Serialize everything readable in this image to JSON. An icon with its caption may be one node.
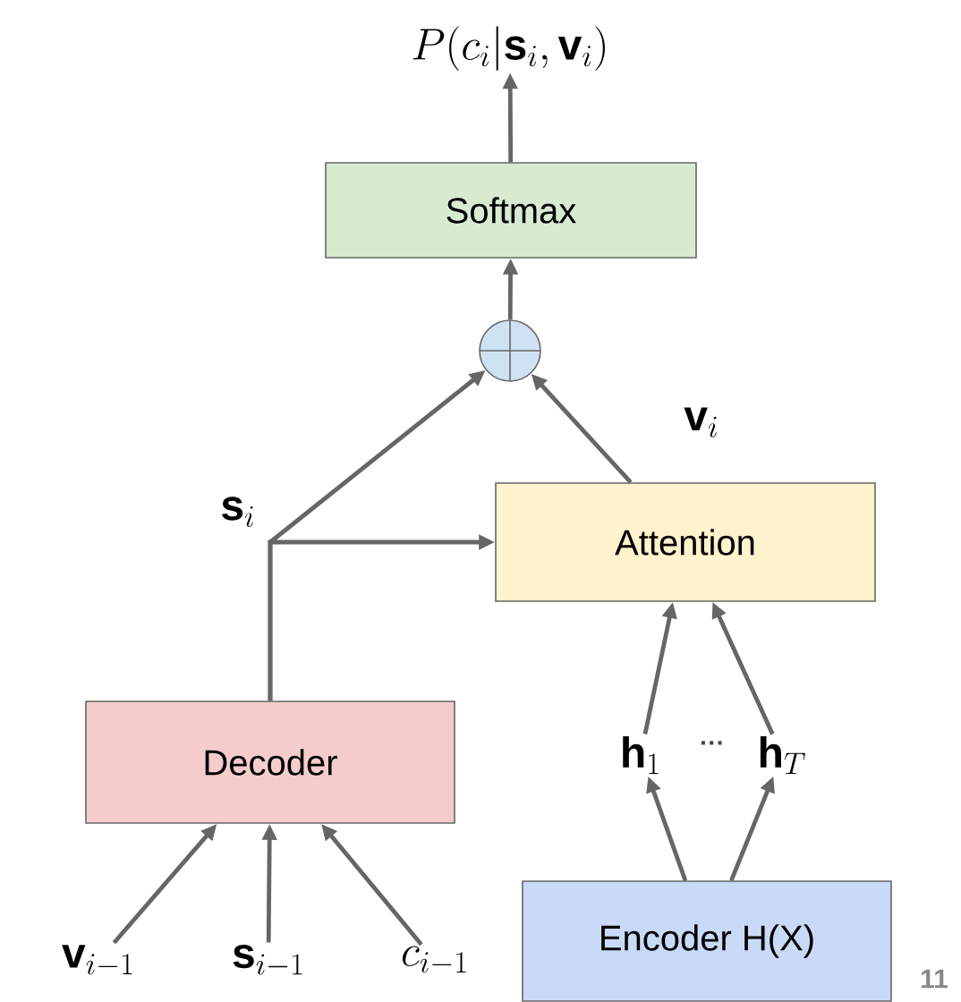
{
  "diagram": {
    "nodes": [
      {
        "text": [
          "P(c_i|\\mathbf{s}_i, \\mathbf{v}_i)"
        ]
      },
      {
        "text": [
          "Softmax"
        ]
      },
      {
        "text": [],
        "shape": "circle"
      },
      {
        "text": [
          "Attention"
        ]
      },
      {
        "text": [
          "Decoder"
        ]
      },
      {
        "text": [
          "Encoder H(X)"
        ]
      },
      {
        "text": [
          "\\mathbf{h}_1"
        ]
      },
      {
        "text": [
          "\\mathbf{h}_T"
        ]
      },
      {
        "text": [
          "\\mathbf{v}_{i-1}"
        ]
      },
      {
        "text": [
          "\\mathbf{s}_{i-1}"
        ]
      },
      {
        "text": [
          "c_{i-1}"
        ]
      }
    ],
    "edges": [
      {
        "from": 1,
        "to": 0,
        "arrow": "to"
      },
      {
        "from": 2,
        "to": 1,
        "arrow": "to"
      },
      {
        "from": 4,
        "to": 2,
        "arrow": "to",
        "label": "\\mathbf{s}_i"
      },
      {
        "from": 4,
        "to": 3,
        "arrow": "to"
      },
      {
        "from": 3,
        "to": 2,
        "arrow": "to",
        "label": "\\mathbf{v}_i"
      },
      {
        "from": 5,
        "to": 6,
        "arrow": "to"
      },
      {
        "from": 6,
        "to": 3,
        "arrow": "to"
      },
      {
        "from": 5,
        "to": 7,
        "arrow": "to"
      },
      {
        "from": 7,
        "to": 3,
        "arrow": "to"
      },
      {
        "from": 8,
        "to": 4,
        "arrow": "to"
      },
      {
        "from": 9,
        "to": 4,
        "arrow": "to"
      },
      {
        "from": 10,
        "to": 4,
        "arrow": "to"
      }
    ],
    "labels": [
      "···",
      "11"
    ]
  }
}
